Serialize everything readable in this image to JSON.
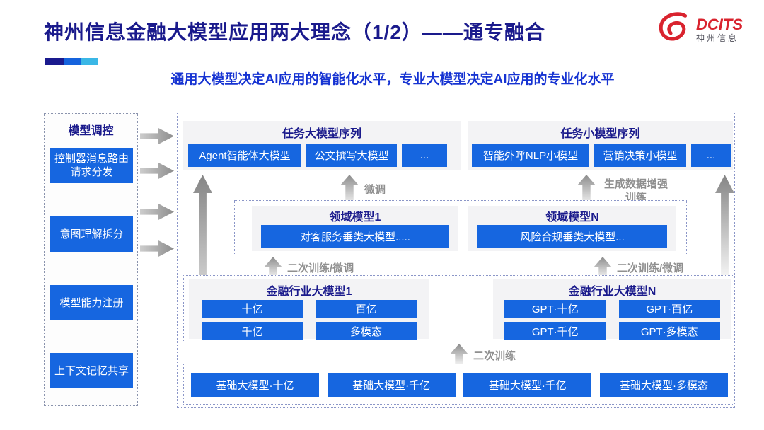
{
  "slide": {
    "title": "神州信息金融大模型应用两大理念（1/2）——通专融合",
    "subtitle": "通用大模型决定AI应用的智能化水平，专业大模型决定AI应用的专业化水平"
  },
  "logo": {
    "brand": "DCITS",
    "company": "神州信息"
  },
  "colors": {
    "accent_blue": "#1666e0",
    "navy_text": "#1a1a8c",
    "subtitle_blue": "#1633d2",
    "logo_red": "#d9232e",
    "bar_segments": [
      "#1a1a8e",
      "#1563dd",
      "#3ab7e6"
    ],
    "arrow_gray": "#8d8d8d"
  },
  "sidebar": {
    "title": "模型调控",
    "items": [
      {
        "label": "控制器消息路由请求分发"
      },
      {
        "label": "意图理解拆分"
      },
      {
        "label": "模型能力注册"
      },
      {
        "label": "上下文记忆共享"
      }
    ]
  },
  "diagram": {
    "task_large": {
      "title": "任务大模型序列",
      "items": [
        "Agent智能体大模型",
        "公文撰写大模型",
        "..."
      ]
    },
    "task_small": {
      "title": "任务小模型序列",
      "items": [
        "智能外呼NLP小模型",
        "营销决策小模型",
        "..."
      ]
    },
    "labels": {
      "fine_tune": "微调",
      "gen_enhance": "生成数据增强训练",
      "retrain_ft": "二次训练/微调",
      "retrain": "二次训练"
    },
    "domain": [
      {
        "title": "领域模型1",
        "item": "对客服务垂类大模型....."
      },
      {
        "title": "领域模型N",
        "item": "风险合规垂类大模型..."
      }
    ],
    "industry": [
      {
        "title": "金融行业大模型1",
        "items": [
          "十亿",
          "百亿",
          "千亿",
          "多模态"
        ]
      },
      {
        "title": "金融行业大模型N",
        "items": [
          "GPT·十亿",
          "GPT·百亿",
          "GPT·千亿",
          "GPT·多模态"
        ]
      }
    ],
    "base_models": [
      "基础大模型·十亿",
      "基础大模型·千亿",
      "基础大模型·千亿",
      "基础大模型·多模态"
    ]
  }
}
